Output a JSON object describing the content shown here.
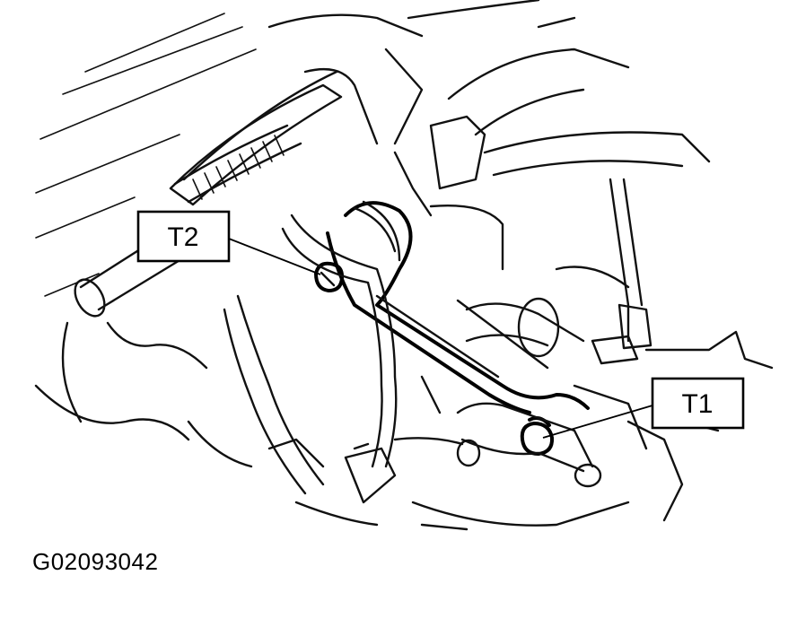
{
  "callouts": {
    "t2": "T2",
    "t1": "T1"
  },
  "figure_code": "G02093042"
}
